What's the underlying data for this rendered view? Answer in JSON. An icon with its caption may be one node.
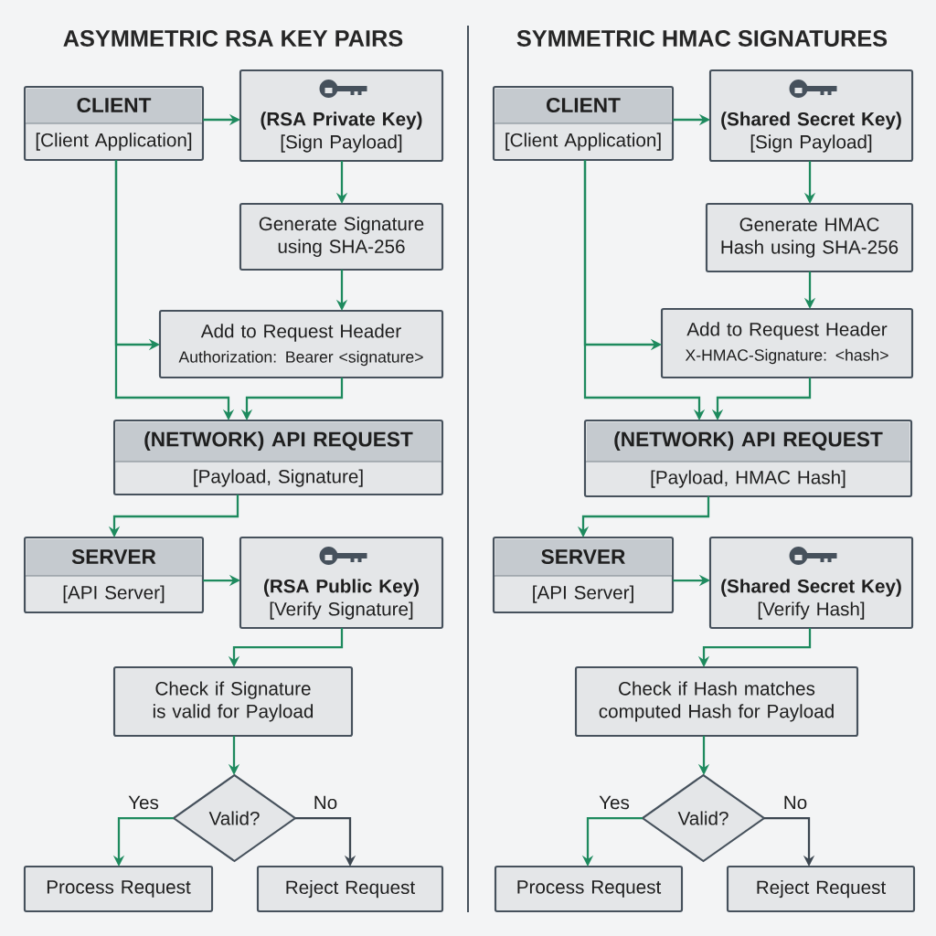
{
  "diagram": {
    "nodes": [
      {
        "text": [
          "CLIENT",
          "[Client Application]"
        ]
      },
      {
        "text": [
          "(RSA Private Key)",
          "[Sign Payload]"
        ]
      },
      {
        "text": [
          "Generate Signature using SHA-256"
        ]
      },
      {
        "text": [
          "Add to Request Header",
          "Authorization: Bearer <signature>"
        ]
      },
      {
        "text": [
          "(NETWORK) API REQUEST",
          "[Payload, Signature]"
        ]
      },
      {
        "text": [
          "SERVER",
          "[API Server]"
        ]
      },
      {
        "text": [
          "(RSA Public Key)",
          "[Verify Signature]"
        ]
      },
      {
        "text": [
          "Check if Signature is valid for Payload"
        ]
      },
      {
        "text": [
          "Valid?"
        ]
      },
      {
        "text": [
          "Process Request"
        ]
      },
      {
        "text": [
          "Reject Request"
        ]
      },
      {
        "text": [
          "CLIENT",
          "[Client Application]"
        ]
      },
      {
        "text": [
          "(Shared Secret Key)",
          "[Sign Payload]"
        ]
      },
      {
        "text": [
          "Generate HMAC Hash using SHA-256"
        ]
      },
      {
        "text": [
          "Add to Request Header",
          "X-HMAC-Signature: <hash>"
        ]
      },
      {
        "text": [
          "(NETWORK) API REQUEST",
          "[Payload, HMAC Hash]"
        ]
      },
      {
        "text": [
          "SERVER",
          "[API Server]"
        ]
      },
      {
        "text": [
          "(Shared Secret Key)",
          "[Verify Hash]"
        ]
      },
      {
        "text": [
          "Check if Hash matches computed Hash for Payload"
        ]
      },
      {
        "text": [
          "Valid?"
        ]
      },
      {
        "text": [
          "Process Request"
        ]
      },
      {
        "text": [
          "Reject Request"
        ]
      }
    ],
    "edges": [
      {
        "from": 0,
        "to": 1,
        "arrow": "to"
      },
      {
        "from": 1,
        "to": 2,
        "arrow": "to"
      },
      {
        "from": 2,
        "to": 3,
        "arrow": "to"
      },
      {
        "from": 0,
        "to": 3,
        "arrow": "to"
      },
      {
        "from": 0,
        "to": 4,
        "arrow": "to"
      },
      {
        "from": 3,
        "to": 4,
        "arrow": "to"
      },
      {
        "from": 4,
        "to": 5,
        "arrow": "to"
      },
      {
        "from": 5,
        "to": 6,
        "arrow": "to"
      },
      {
        "from": 6,
        "to": 7,
        "arrow": "to"
      },
      {
        "from": 7,
        "to": 8,
        "arrow": "to"
      },
      {
        "from": 8,
        "to": 9,
        "arrow": "to",
        "label": "Yes"
      },
      {
        "from": 8,
        "to": 10,
        "arrow": "to",
        "label": "No",
        "color": "#3c4650"
      },
      {
        "from": 11,
        "to": 12,
        "arrow": "to"
      },
      {
        "from": 12,
        "to": 13,
        "arrow": "to"
      },
      {
        "from": 13,
        "to": 14,
        "arrow": "to"
      },
      {
        "from": 11,
        "to": 14,
        "arrow": "to"
      },
      {
        "from": 11,
        "to": 15,
        "arrow": "to"
      },
      {
        "from": 14,
        "to": 15,
        "arrow": "to"
      },
      {
        "from": 15,
        "to": 16,
        "arrow": "to"
      },
      {
        "from": 16,
        "to": 17,
        "arrow": "to"
      },
      {
        "from": 17,
        "to": 18,
        "arrow": "to"
      },
      {
        "from": 18,
        "to": 19,
        "arrow": "to"
      },
      {
        "from": 19,
        "to": 20,
        "arrow": "to",
        "label": "Yes"
      },
      {
        "from": 19,
        "to": 21,
        "arrow": "to",
        "label": "No",
        "color": "#3c4650"
      }
    ],
    "labels": [
      "ASYMMETRIC RSA KEY PAIRS",
      "SYMMETRIC HMAC SIGNATURES"
    ]
  }
}
